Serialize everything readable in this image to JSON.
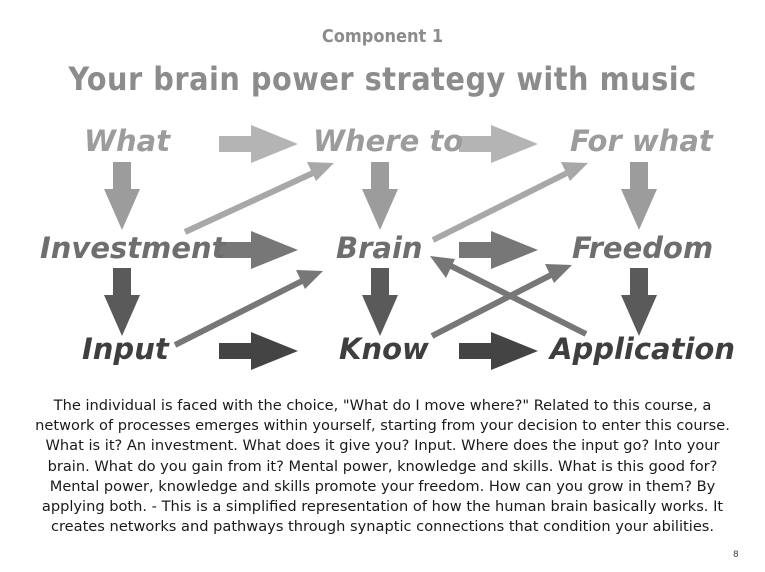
{
  "header": {
    "component": "Component 1",
    "title": "Your brain power strategy with music"
  },
  "diagram": {
    "rows": [
      [
        "What",
        "Where to",
        "For what"
      ],
      [
        "Investment",
        "Brain",
        "Freedom"
      ],
      [
        "Input",
        "Know",
        "Application"
      ]
    ],
    "colors": {
      "row1": "#9c9c9c",
      "row2": "#6e6e6e",
      "row3": "#3f3f3f",
      "diagonal_light": "#a8a8a8",
      "diagonal_dark": "#777777"
    }
  },
  "description": "The individual is faced with the choice, \"What do I move where?\" Related to this course, a network of processes emerges within yourself, starting from your decision to enter this course. What is it? An investment. What does it give you? Input. Where does the input go? Into your brain. What do you gain from it? Mental power, knowledge and skills. What is this good for? Mental power, knowledge and skills promote your freedom. How can you grow in them? By applying both. - This is a simplified representation of how the human brain basically works. It creates networks and pathways through synaptic connections that condition your abilities.",
  "page_number": "8"
}
